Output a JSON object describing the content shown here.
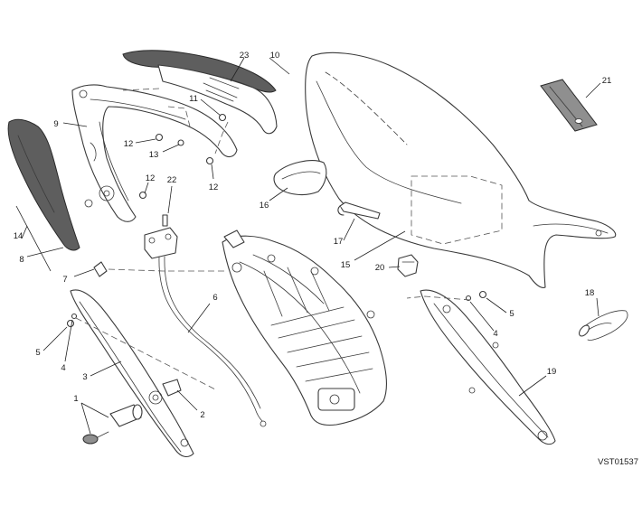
{
  "reference_code": "VST01537",
  "callouts": [
    {
      "id": "c23",
      "label": "23"
    },
    {
      "id": "c10",
      "label": "10"
    },
    {
      "id": "c21",
      "label": "21"
    },
    {
      "id": "c11",
      "label": "11"
    },
    {
      "id": "c9",
      "label": "9"
    },
    {
      "id": "c12a",
      "label": "12"
    },
    {
      "id": "c13",
      "label": "13"
    },
    {
      "id": "c12b",
      "label": "12"
    },
    {
      "id": "c12c",
      "label": "12"
    },
    {
      "id": "c22",
      "label": "22"
    },
    {
      "id": "c16",
      "label": "16"
    },
    {
      "id": "c14",
      "label": "14"
    },
    {
      "id": "c8",
      "label": "8"
    },
    {
      "id": "c17",
      "label": "17"
    },
    {
      "id": "c15",
      "label": "15"
    },
    {
      "id": "c20",
      "label": "20"
    },
    {
      "id": "c7",
      "label": "7"
    },
    {
      "id": "c6",
      "label": "6"
    },
    {
      "id": "c18",
      "label": "18"
    },
    {
      "id": "c5a",
      "label": "5"
    },
    {
      "id": "c4a",
      "label": "4"
    },
    {
      "id": "c5b",
      "label": "5"
    },
    {
      "id": "c4b",
      "label": "4"
    },
    {
      "id": "c3",
      "label": "3"
    },
    {
      "id": "c19",
      "label": "19"
    },
    {
      "id": "c1",
      "label": "1"
    },
    {
      "id": "c2",
      "label": "2"
    }
  ]
}
